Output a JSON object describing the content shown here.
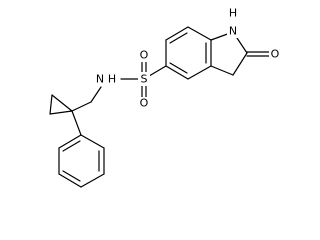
{
  "molecule": {
    "atoms": {
      "nh_ring": "H",
      "n_ring": "N",
      "o_carbonyl": "O",
      "s_sulfonyl": "S",
      "o_sulfonyl_top": "O",
      "o_sulfonyl_bottom": "O",
      "n_sulfonamide": "N",
      "h_sulfonamide": "H"
    }
  }
}
